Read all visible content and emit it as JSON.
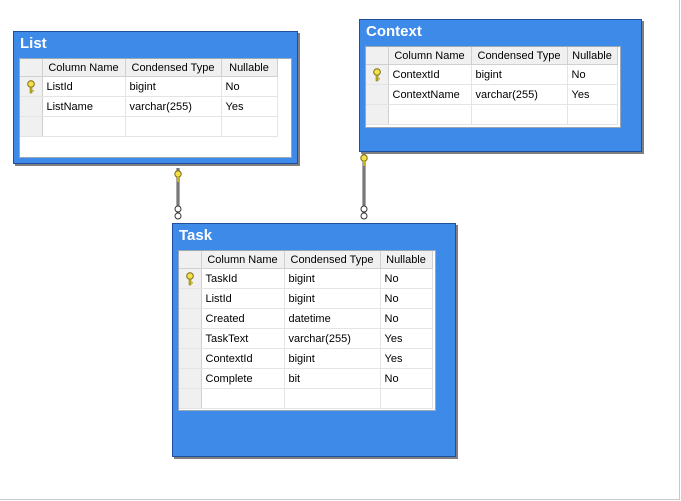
{
  "diagram": {
    "column_headers": [
      "Column Name",
      "Condensed Type",
      "Nullable"
    ],
    "tables": {
      "list": {
        "title": "List",
        "rows": [
          {
            "name": "ListId",
            "type": "bigint",
            "nullable": "No",
            "key": true
          },
          {
            "name": "ListName",
            "type": "varchar(255)",
            "nullable": "Yes",
            "key": false
          }
        ]
      },
      "context": {
        "title": "Context",
        "rows": [
          {
            "name": "ContextId",
            "type": "bigint",
            "nullable": "No",
            "key": true
          },
          {
            "name": "ContextName",
            "type": "varchar(255)",
            "nullable": "Yes",
            "key": false
          }
        ]
      },
      "task": {
        "title": "Task",
        "rows": [
          {
            "name": "TaskId",
            "type": "bigint",
            "nullable": "No",
            "key": true
          },
          {
            "name": "ListId",
            "type": "bigint",
            "nullable": "No",
            "key": false
          },
          {
            "name": "Created",
            "type": "datetime",
            "nullable": "No",
            "key": false
          },
          {
            "name": "TaskText",
            "type": "varchar(255)",
            "nullable": "Yes",
            "key": false
          },
          {
            "name": "ContextId",
            "type": "bigint",
            "nullable": "Yes",
            "key": false
          },
          {
            "name": "Complete",
            "type": "bit",
            "nullable": "No",
            "key": false
          }
        ]
      }
    },
    "relationships": [
      {
        "from": "list",
        "to": "task",
        "one_end": "key-icon",
        "many_end": "infinity-icon"
      },
      {
        "from": "context",
        "to": "task",
        "one_end": "key-icon",
        "many_end": "infinity-icon"
      }
    ]
  }
}
